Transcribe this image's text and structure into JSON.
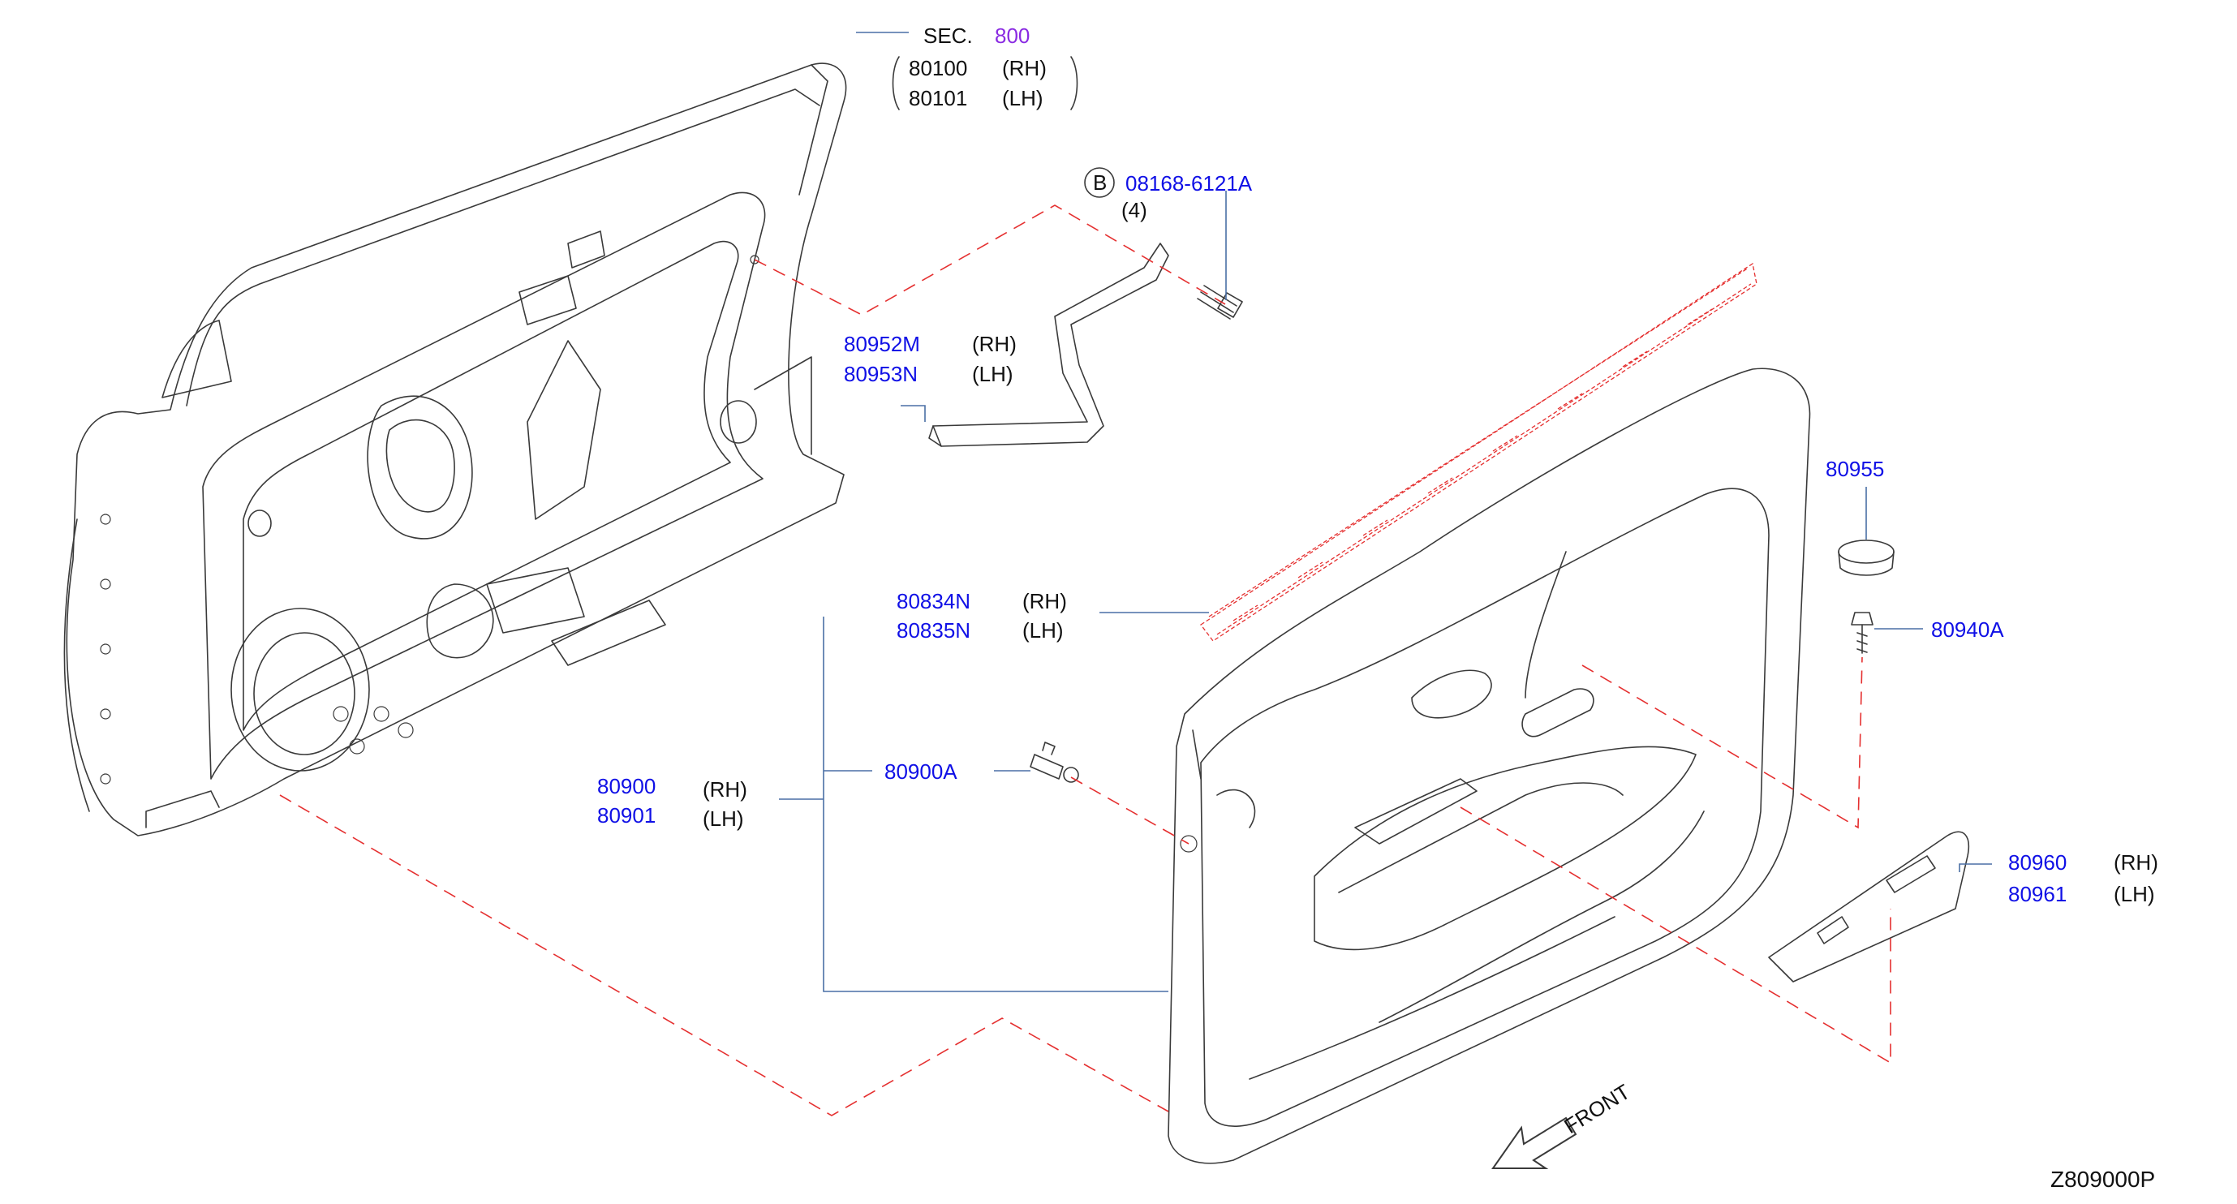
{
  "section": {
    "prefix": "SEC.",
    "number": "800"
  },
  "door_panel": {
    "rh": "80100",
    "rh_side": "(RH)",
    "lh": "80101",
    "lh_side": "(LH)"
  },
  "bolt": {
    "circle": "B",
    "part": "08168-6121A",
    "qty": "(4)"
  },
  "bracket": {
    "rh": "80952M",
    "rh_side": "(RH)",
    "lh": "80953N",
    "lh_side": "(LH)"
  },
  "weatherstrip": {
    "rh": "80834N",
    "rh_side": "(RH)",
    "lh": "80835N",
    "lh_side": "(LH)"
  },
  "finisher": {
    "rh": "80900",
    "rh_side": "(RH)",
    "lh": "80901",
    "lh_side": "(LH)"
  },
  "clip": {
    "part": "80900A"
  },
  "cap": {
    "part": "80955"
  },
  "screw": {
    "part": "80940A"
  },
  "switch_finisher": {
    "rh": "80960",
    "rh_side": "(RH)",
    "lh": "80961",
    "lh_side": "(LH)"
  },
  "front_arrow": {
    "label": "FRONT"
  },
  "diagram_code": "Z809000P"
}
